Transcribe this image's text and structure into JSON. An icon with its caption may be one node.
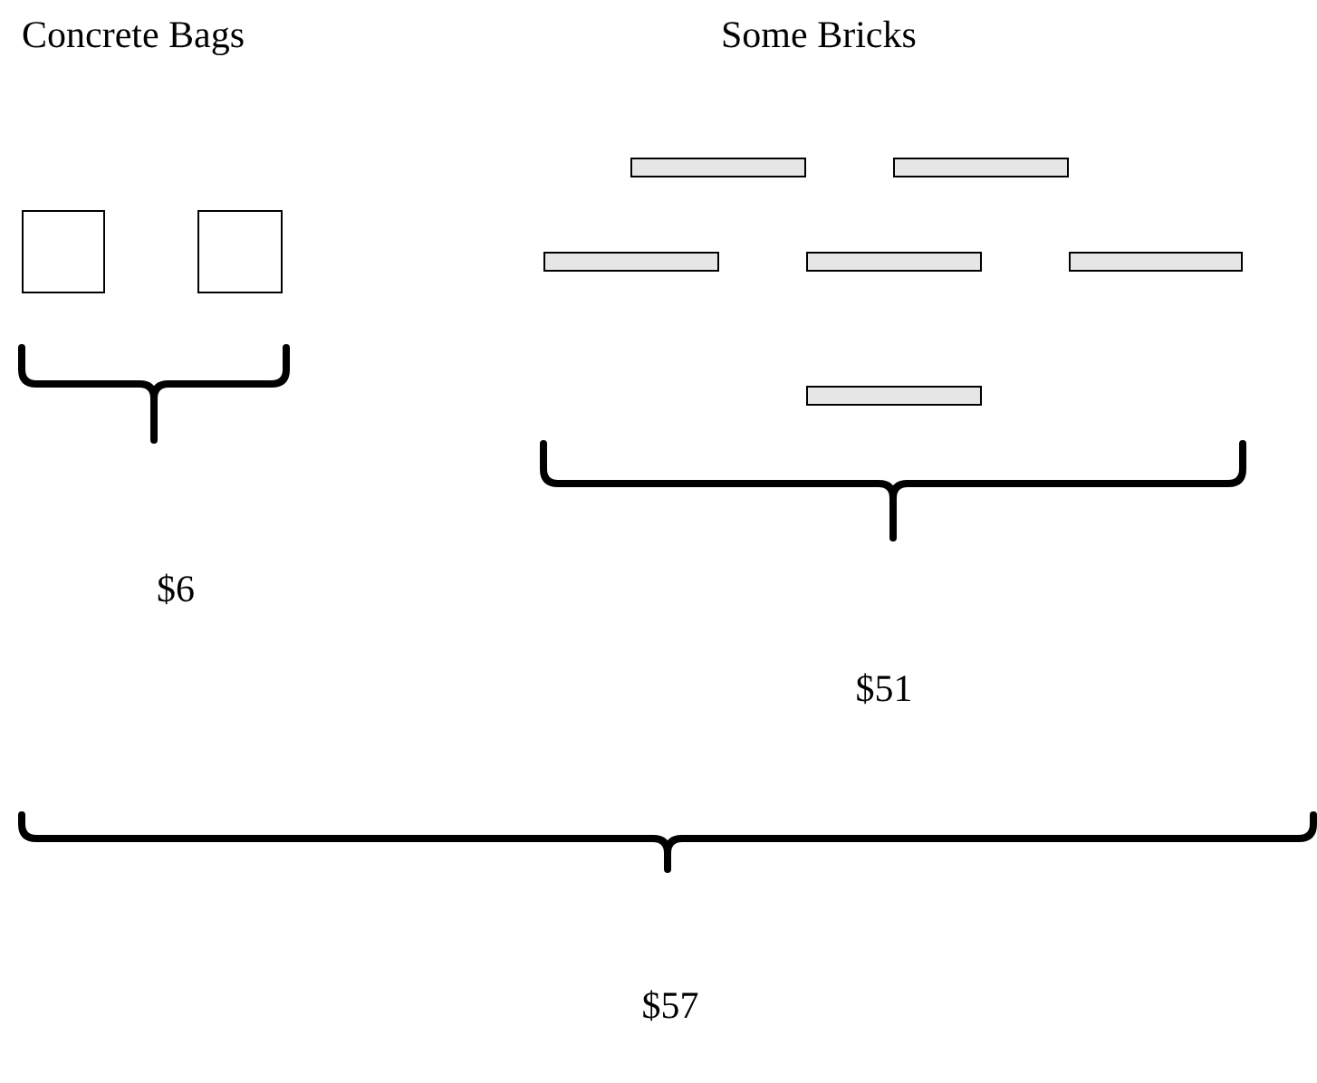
{
  "diagram": {
    "nodes": [
      {
        "text": [],
        "shape": "box"
      },
      {
        "text": [],
        "shape": "box"
      },
      {
        "text": [],
        "shape": "bar"
      },
      {
        "text": [],
        "shape": "bar"
      },
      {
        "text": [],
        "shape": "bar"
      },
      {
        "text": [],
        "shape": "bar"
      },
      {
        "text": [],
        "shape": "bar"
      },
      {
        "text": [],
        "shape": "bar"
      }
    ],
    "labels": [
      "Concrete Bags",
      "Some Bricks",
      "$6",
      "$51",
      "$57"
    ]
  }
}
